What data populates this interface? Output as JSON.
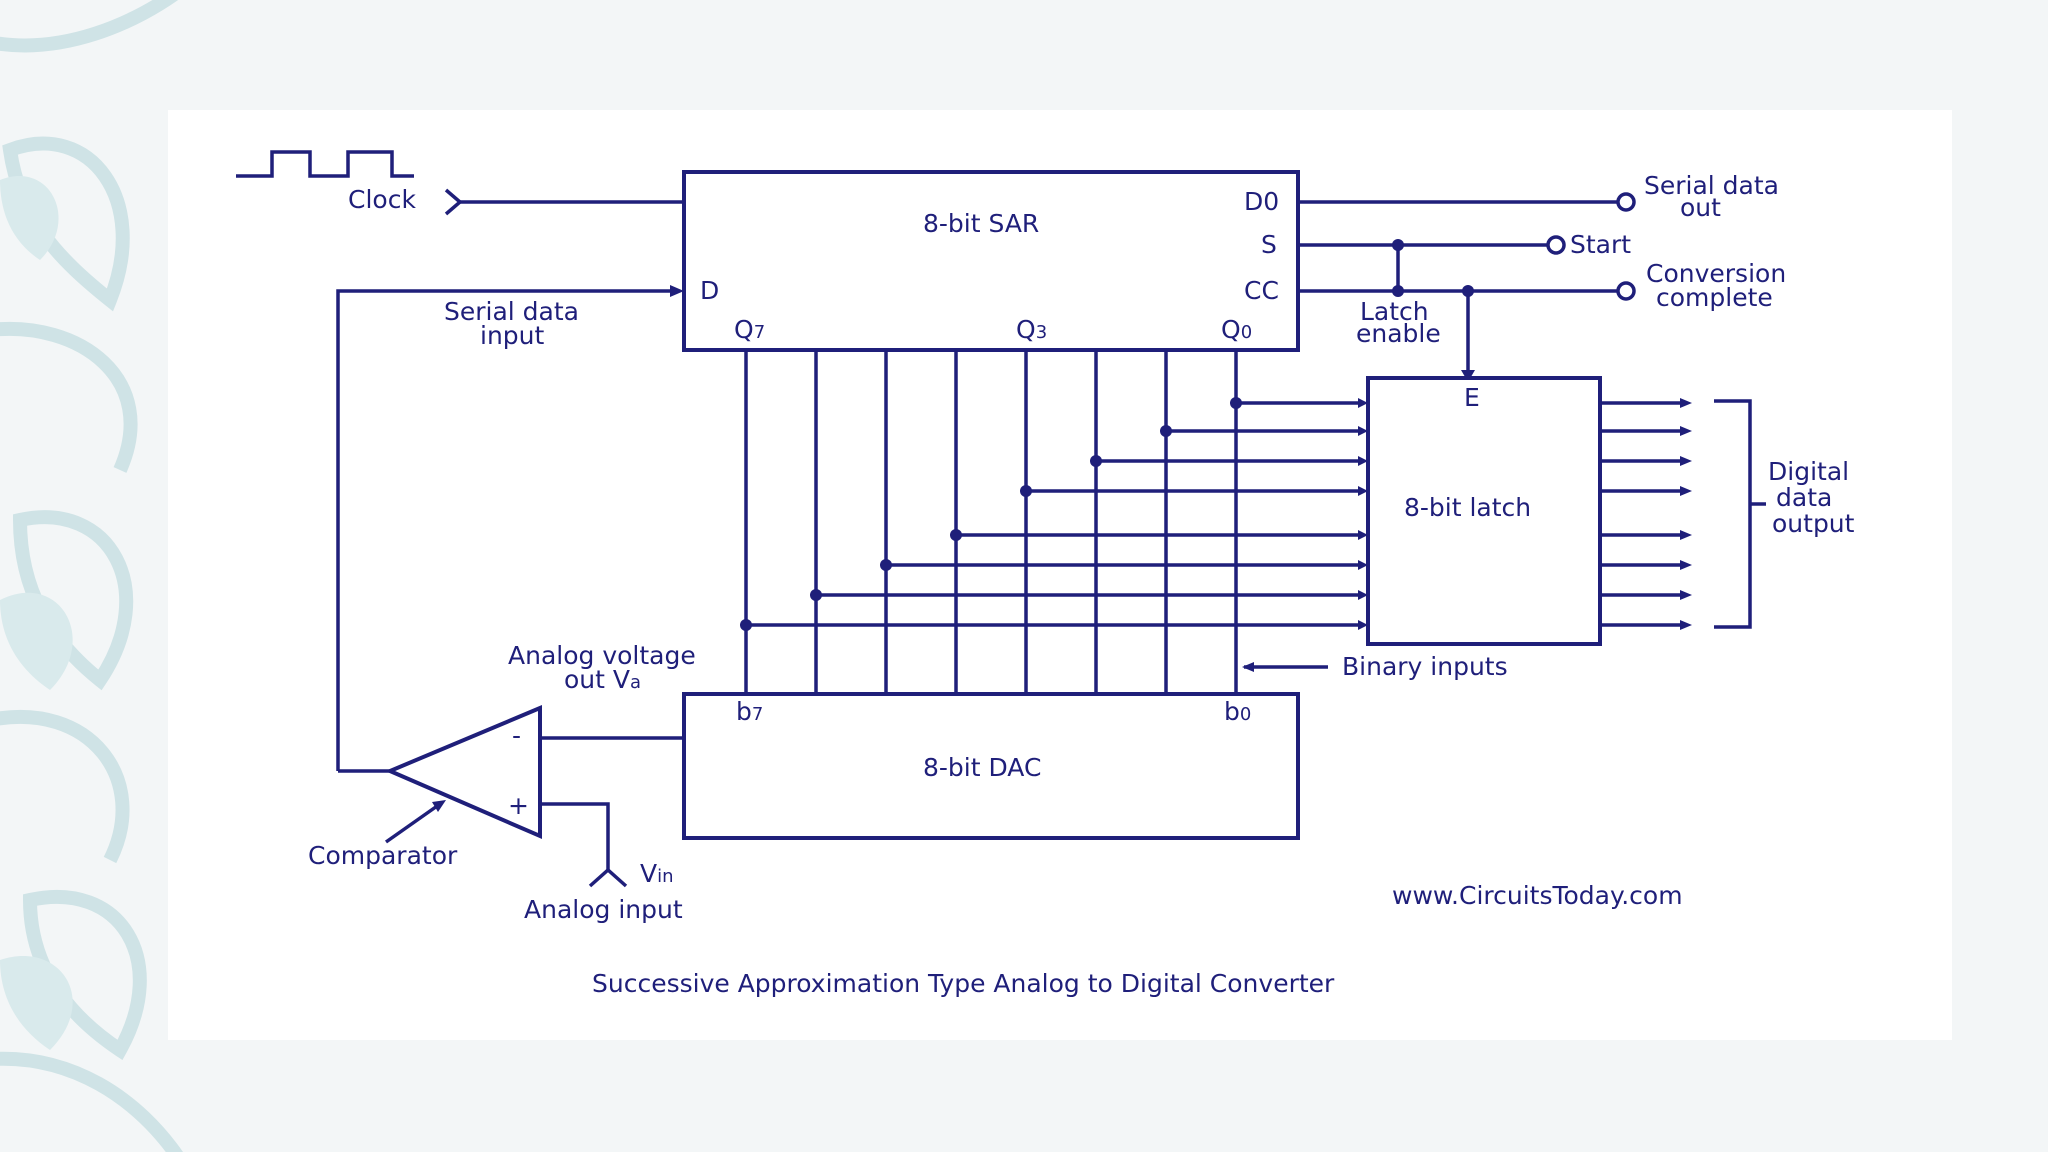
{
  "colors": {
    "ink": "#1f1f7a",
    "background": "#f3f6f7",
    "leaf": "#cfe3e6",
    "card": "#ffffff"
  },
  "clock": {
    "label": "Clock"
  },
  "sar": {
    "title": "8-bit SAR",
    "pin_d0": "D0",
    "pin_s": "S",
    "pin_cc": "CC",
    "pin_d": "D",
    "q7": "Q",
    "q7_sub": "7",
    "q3": "Q",
    "q3_sub": "3",
    "q0": "Q",
    "q0_sub": "0"
  },
  "serial_data_out": {
    "line1": "Serial data",
    "line2": "out"
  },
  "start": {
    "label": "Start"
  },
  "conversion_complete": {
    "line1": "Conversion",
    "line2": "complete"
  },
  "latch_enable": {
    "line1": "Latch",
    "line2": "enable"
  },
  "serial_data_input": {
    "line1": "Serial data",
    "line2": "input"
  },
  "latch": {
    "title": "8-bit latch",
    "pin_e": "E"
  },
  "digital_data_output": {
    "line1": "Digital",
    "line2": "data",
    "line3": "output"
  },
  "binary_inputs": {
    "label": "Binary inputs"
  },
  "analog_voltage_out": {
    "line1": "Analog voltage",
    "line2": "out V",
    "sub": "a"
  },
  "dac": {
    "title": "8-bit DAC",
    "b7": "b",
    "b7_sub": "7",
    "b0": "b",
    "b0_sub": "0"
  },
  "comparator": {
    "label": "Comparator",
    "minus": "-",
    "plus": "+"
  },
  "vin": {
    "label": "V",
    "sub": "in"
  },
  "analog_input": {
    "label": "Analog input"
  },
  "website": {
    "label": "www.CircuitsToday.com"
  },
  "caption": {
    "text": "Successive Approximation Type Analog to Digital Converter"
  }
}
